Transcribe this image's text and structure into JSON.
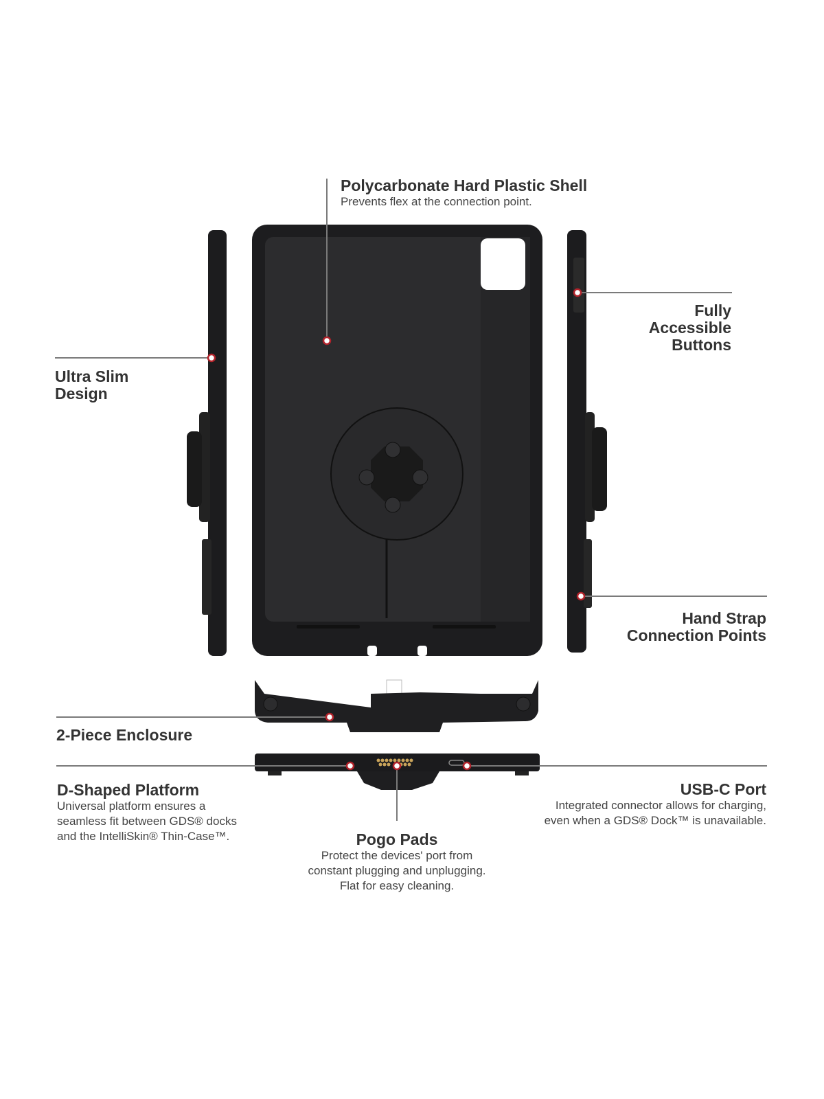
{
  "callouts": {
    "shell": {
      "title": "Polycarbonate Hard Plastic Shell",
      "desc": "Prevents flex at the connection point."
    },
    "buttons": {
      "title_lines": [
        "Fully",
        "Accessible",
        "Buttons"
      ]
    },
    "slim": {
      "title_lines": [
        "Ultra Slim",
        "Design"
      ]
    },
    "strap": {
      "title_lines": [
        "Hand Strap",
        "Connection Points"
      ]
    },
    "enclosure": {
      "title": "2-Piece Enclosure"
    },
    "platform": {
      "title": "D-Shaped Platform",
      "desc_lines": [
        "Universal platform ensures a",
        "seamless fit between GDS® docks",
        "and the IntelliSkin® Thin-Case™."
      ]
    },
    "usbc": {
      "title": "USB-C Port",
      "desc_lines": [
        "Integrated connector allows for charging,",
        "even when a GDS® Dock™ is unavailable."
      ]
    },
    "pogo": {
      "title": "Pogo Pads",
      "desc_lines": [
        "Protect the devices' port from",
        "constant plugging and unplugging.",
        "Flat for easy cleaning."
      ]
    }
  },
  "colors": {
    "case": "#1f1f21",
    "line": "#7a7a7a",
    "marker": "#b3232b"
  }
}
